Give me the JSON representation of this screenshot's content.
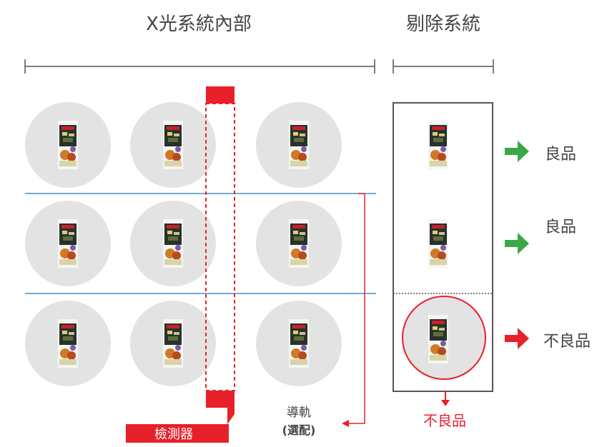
{
  "headers": {
    "xray_section": "X光系統內部",
    "reject_section": "剔除系統"
  },
  "outputs": {
    "good_1": "良品",
    "good_2": "良品",
    "defective": "不良品",
    "defective_bottom": "不良品"
  },
  "labels": {
    "detector": "檢測器",
    "guide_rail_line1": "導軌",
    "guide_rail_line2": "(選配)"
  },
  "colors": {
    "red": "#e8202a",
    "green": "#3aa845",
    "lane_line": "#4a8fbf",
    "circle_fill": "#e3e3e3",
    "text_gray": "#444444"
  }
}
